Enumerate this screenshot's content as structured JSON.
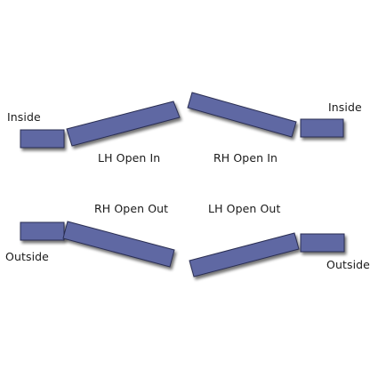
{
  "colors": {
    "panel_fill": "#5e67a3",
    "panel_top": "#7d86bd",
    "panel_edge": "#2b2f52",
    "shadow": "#9a9a9a",
    "label": "#1a1a1a"
  },
  "diagrams": [
    {
      "id": "lh-open-in",
      "side_label": "Inside",
      "caption": "LH Open In"
    },
    {
      "id": "rh-open-in",
      "side_label": "Inside",
      "caption": "RH Open In"
    },
    {
      "id": "rh-open-out",
      "side_label": "Outside",
      "caption": "RH Open Out"
    },
    {
      "id": "lh-open-out",
      "side_label": "Outside",
      "caption": "LH Open Out"
    }
  ]
}
